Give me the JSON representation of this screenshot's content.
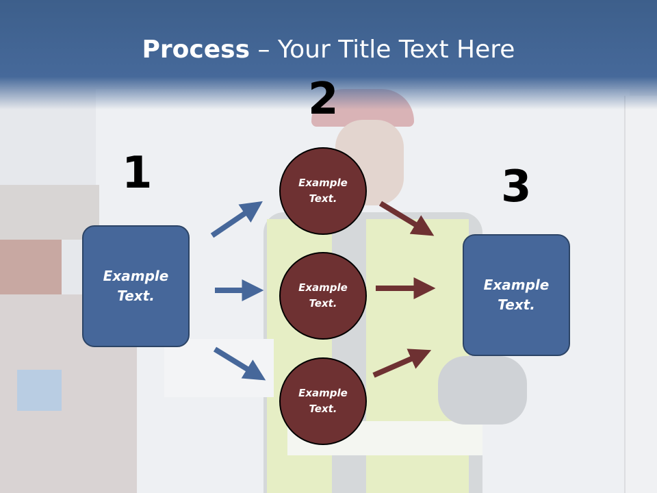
{
  "title": {
    "bold": "Process",
    "rest": " – Your Title Text Here"
  },
  "steps": {
    "one": "1",
    "two": "2",
    "three": "3"
  },
  "left_box": {
    "line1": "Example",
    "line2": "Text."
  },
  "right_box": {
    "line1": "Example",
    "line2": "Text."
  },
  "circles": [
    {
      "line1": "Example",
      "line2": "Text."
    },
    {
      "line1": "Example",
      "line2": "Text."
    },
    {
      "line1": "Example",
      "line2": "Text."
    }
  ],
  "colors": {
    "blue": "#46679a",
    "maroon": "#6e3132",
    "title_bar": "#3d5f8b"
  }
}
